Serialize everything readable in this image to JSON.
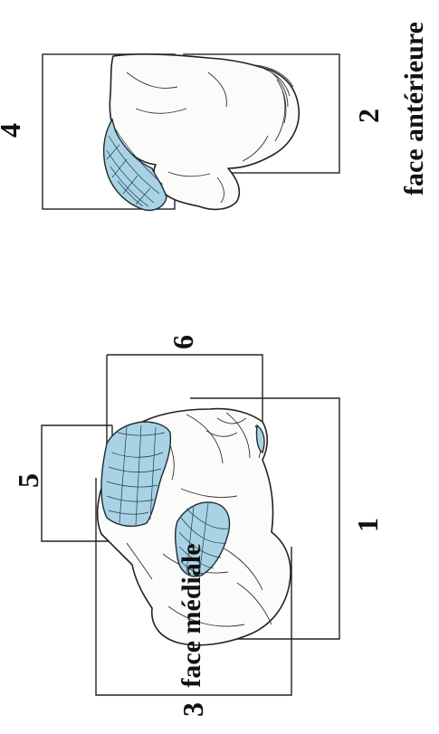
{
  "labels": {
    "region_1": "1",
    "region_2": "2",
    "region_3": "3",
    "region_4": "4",
    "region_5": "5",
    "region_6": "6"
  },
  "captions": {
    "medial": "face médiale",
    "anterior": "face antérieure"
  },
  "colors": {
    "muscle": "#a9d3e4",
    "outline": "#222222",
    "bone": "#fbfbf9"
  }
}
